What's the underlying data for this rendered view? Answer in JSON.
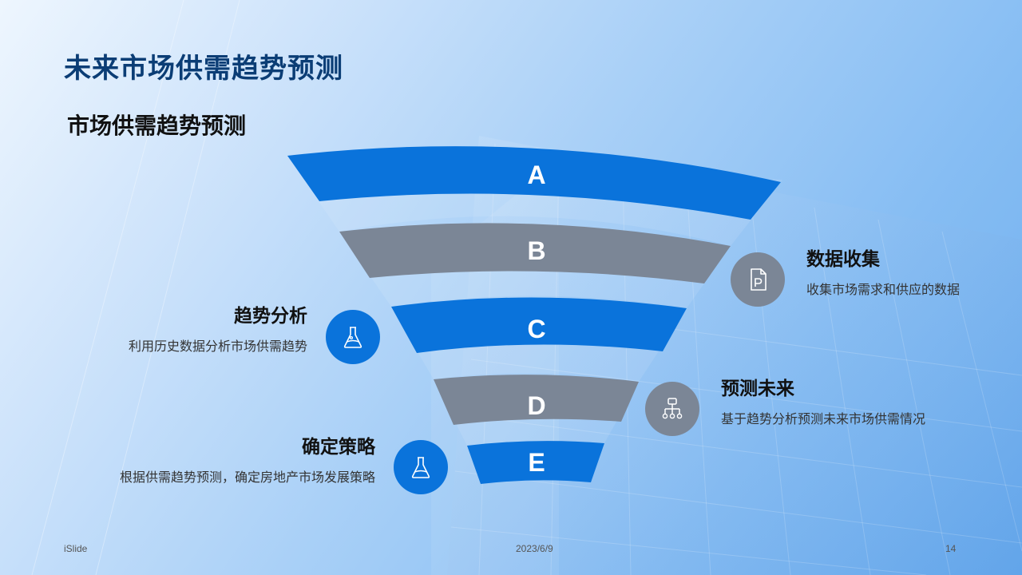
{
  "slide": {
    "title": "未来市场供需趋势预测",
    "subtitle": "市场供需趋势预测"
  },
  "funnel": {
    "stages": [
      {
        "label": "A",
        "color": "#0a73db"
      },
      {
        "label": "B",
        "color": "#7b8696"
      },
      {
        "label": "C",
        "color": "#0a73db"
      },
      {
        "label": "D",
        "color": "#7b8696"
      },
      {
        "label": "E",
        "color": "#0a73db"
      }
    ]
  },
  "callouts": {
    "data_collection": {
      "title": "数据收集",
      "text": "收集市场需求和供应的数据",
      "icon": "document-icon"
    },
    "trend_analysis": {
      "title": "趋势分析",
      "text": "利用历史数据分析市场供需趋势",
      "icon": "flask-icon"
    },
    "forecast": {
      "title": "预测未来",
      "text": "基于趋势分析预测未来市场供需情况",
      "icon": "hierarchy-icon"
    },
    "strategy": {
      "title": "确定策略",
      "text": "根据供需趋势预测，确定房地产市场发展策略",
      "icon": "flask-icon"
    }
  },
  "footer": {
    "brand": "iSlide",
    "date": "2023/6/9",
    "page": "14"
  }
}
